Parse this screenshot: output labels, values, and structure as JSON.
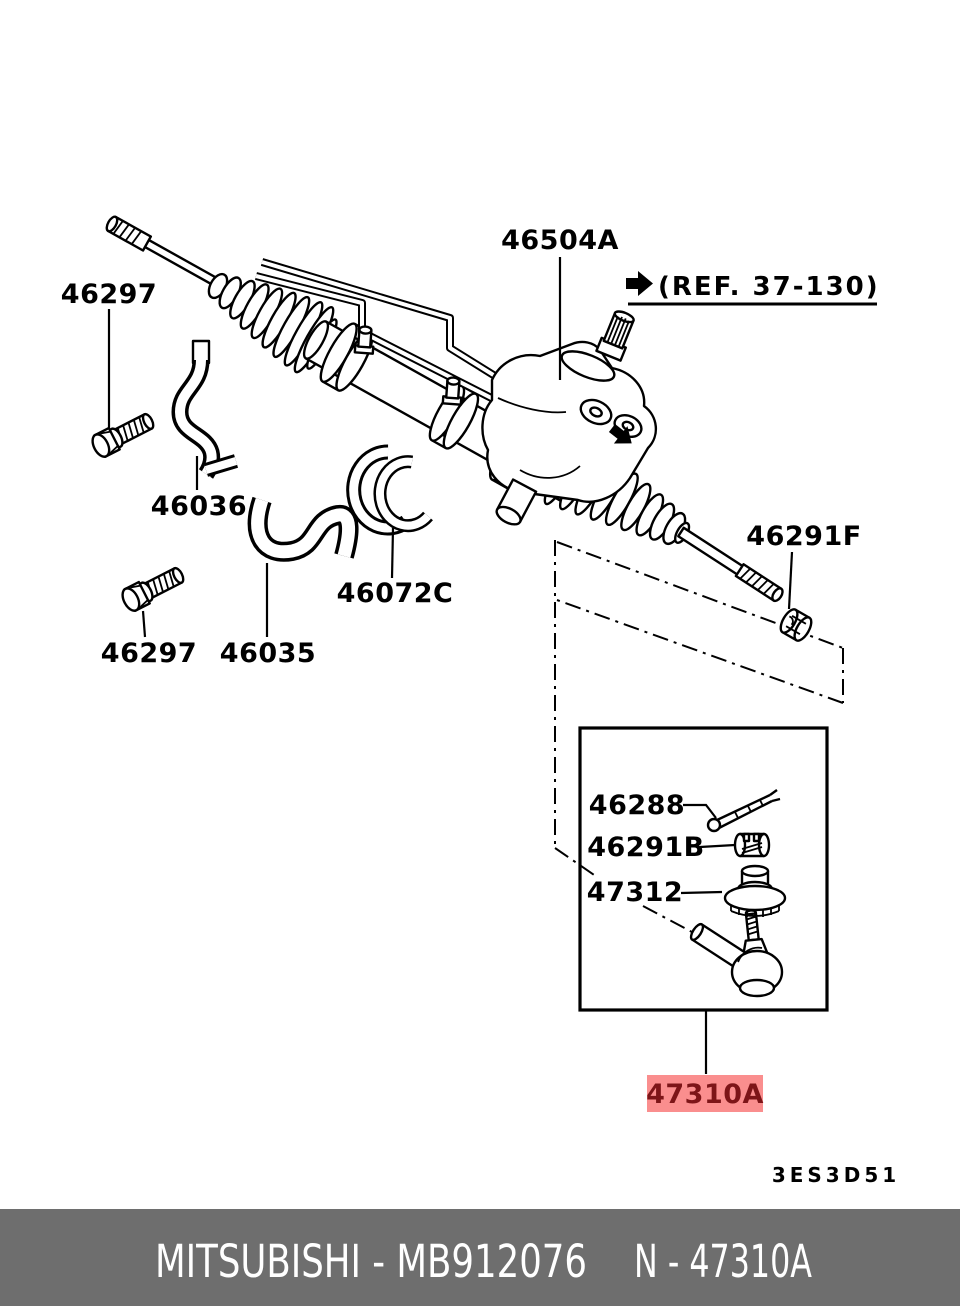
{
  "labels": {
    "p46504a": "46504A",
    "ref_note": "(REF. 37-130)",
    "p46297_top": "46297",
    "p46036": "46036",
    "p46072c": "46072C",
    "p46297_bottom": "46297",
    "p46035": "46035",
    "p46291f": "46291F",
    "p46288": "46288",
    "p46291b": "46291B",
    "p47312": "47312",
    "p47310a": "47310A"
  },
  "diagram_code": "3ES3D51",
  "footer": {
    "brand_part": "MITSUBISHI - MB912076",
    "ref_part": "N - 47310A"
  },
  "icons": {
    "ref_arrow": "right-arrow",
    "direction_arrow": "down-right-arrow"
  },
  "colors": {
    "line": "#000000",
    "highlight_bg": "#FA8E8E",
    "highlight_text": "#7D1518",
    "footer_bg": "#6E6E6E",
    "footer_text": "#FFFFFF"
  }
}
